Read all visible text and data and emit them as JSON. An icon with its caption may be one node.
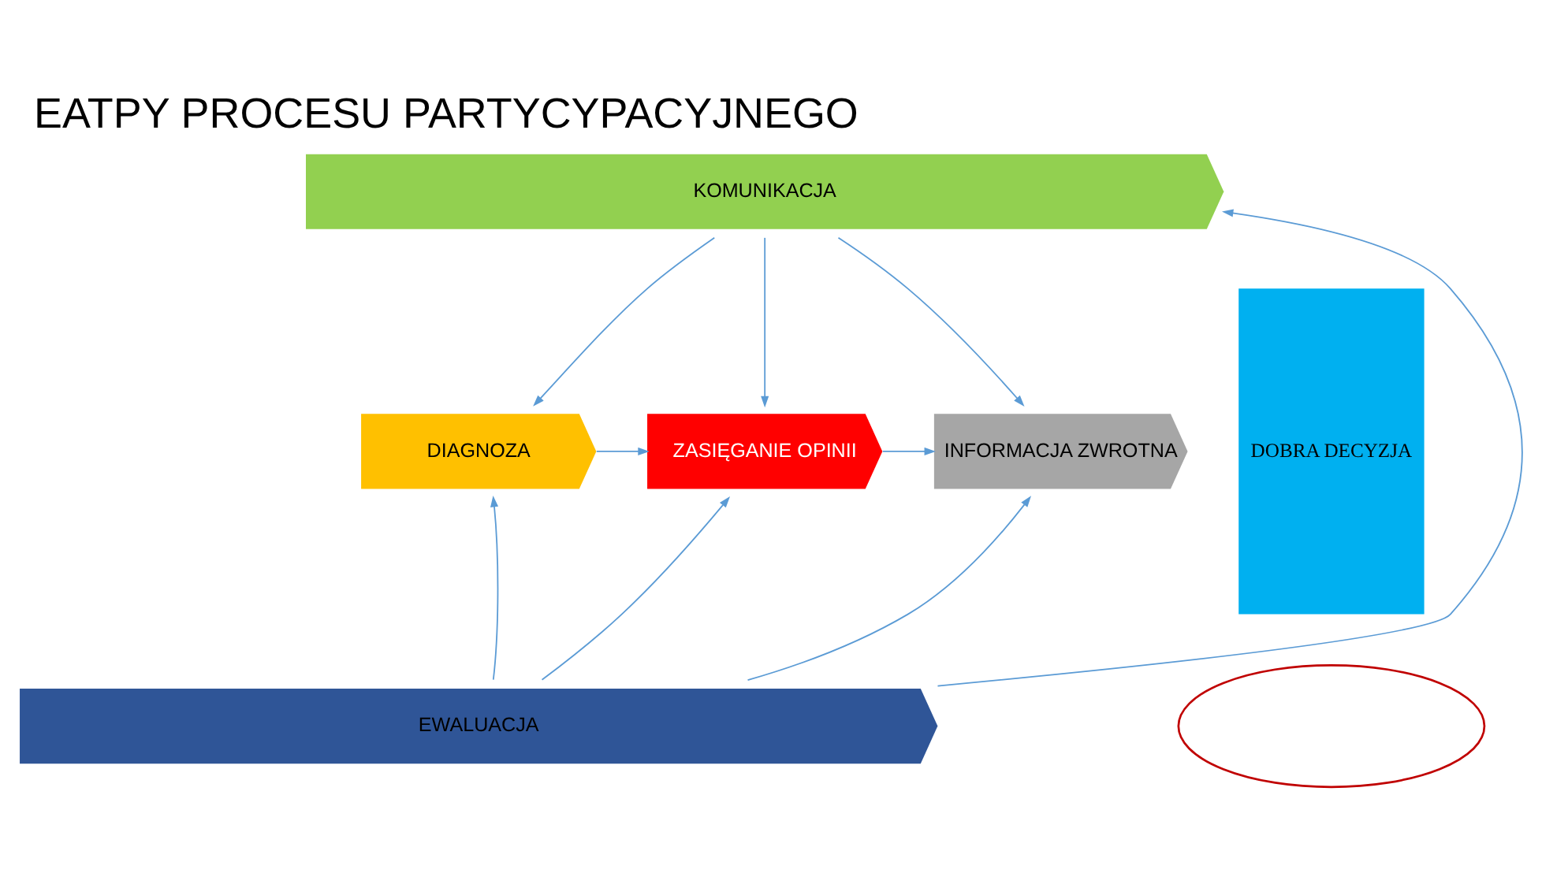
{
  "diagram": {
    "title": "EATPY PROCESU PARTYCYPACYJNEGO",
    "nodes": [
      {
        "text": [
          "KOMUNIKACJA"
        ]
      },
      {
        "text": [
          "DIAGNOZA"
        ]
      },
      {
        "text": [
          "ZASIĘGANIE OPINII"
        ]
      },
      {
        "text": [
          "INFORMACJA ZWROTNA"
        ]
      },
      {
        "text": [
          "EWALUACJA"
        ]
      },
      {
        "text": [
          "DOBRA DECYZJA"
        ]
      },
      {
        "text": [],
        "shape": "ellipse"
      }
    ],
    "edges": [
      {
        "from": 0,
        "to": 1,
        "arrow": "to"
      },
      {
        "from": 0,
        "to": 2,
        "arrow": "to"
      },
      {
        "from": 0,
        "to": 3,
        "arrow": "to"
      },
      {
        "from": 1,
        "to": 2,
        "arrow": "to"
      },
      {
        "from": 2,
        "to": 3,
        "arrow": "to"
      },
      {
        "from": 4,
        "to": 1,
        "arrow": "to"
      },
      {
        "from": 4,
        "to": 2,
        "arrow": "to"
      },
      {
        "from": 4,
        "to": 3,
        "arrow": "to"
      },
      {
        "from": 4,
        "to": 0,
        "arrow": "to"
      }
    ]
  }
}
